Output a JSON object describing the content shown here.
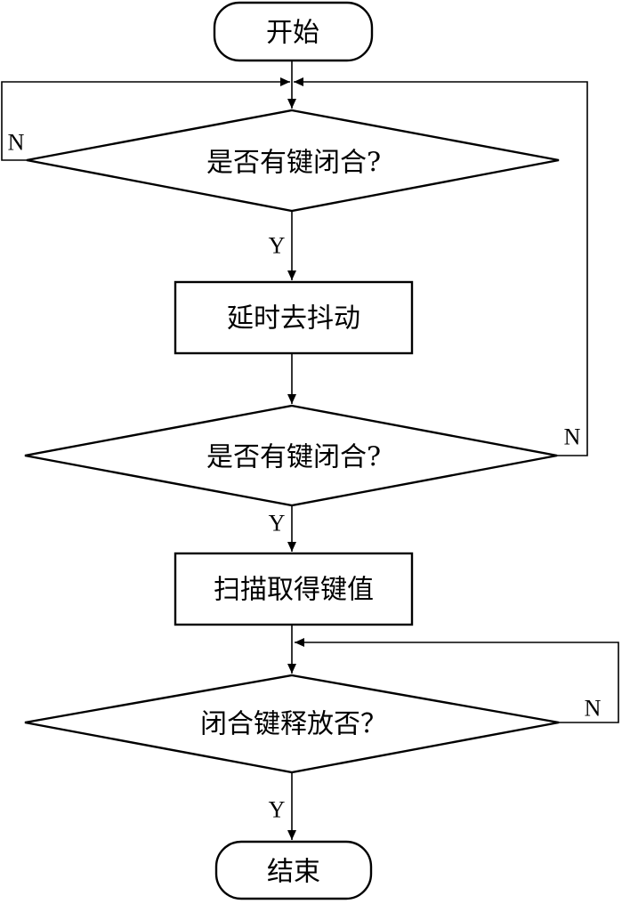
{
  "nodes": {
    "start": "开始",
    "check_key_closed_1": "是否有键闭合?",
    "delay_debounce": "延时去抖动",
    "check_key_closed_2": "是否有键闭合?",
    "scan_get_key_value": "扫描取得键值",
    "check_key_released": "闭合键释放否？",
    "end": "结束"
  },
  "branches": {
    "check1_no": "N",
    "check1_yes": "Y",
    "check2_no": "N",
    "check2_yes": "Y",
    "check3_no": "N",
    "check3_yes": "Y"
  },
  "colors": {
    "stroke": "#000000",
    "background": "#ffffff"
  }
}
